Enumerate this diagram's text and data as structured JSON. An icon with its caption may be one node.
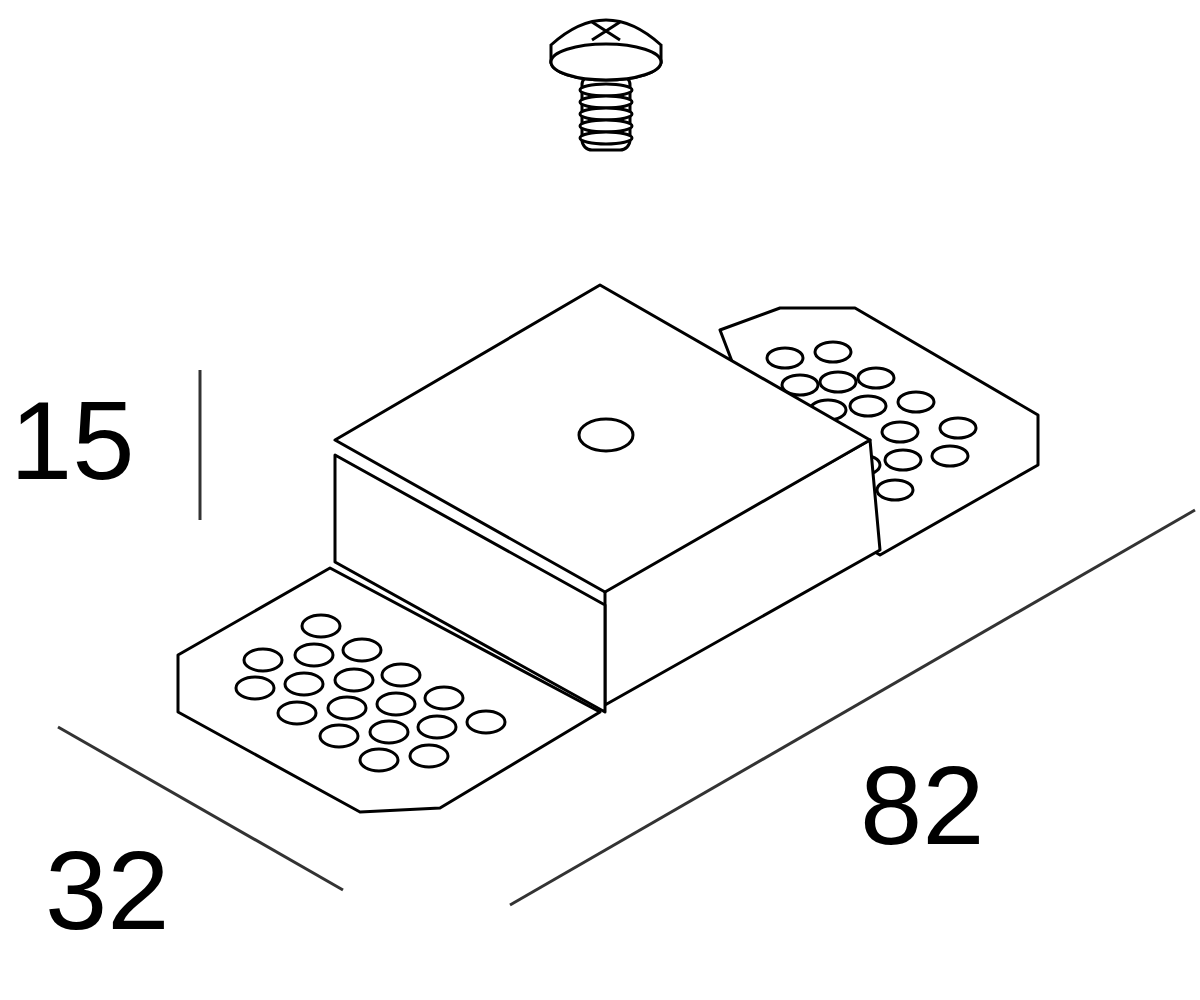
{
  "diagram": {
    "labels": [
      "15",
      "32",
      "82"
    ]
  }
}
